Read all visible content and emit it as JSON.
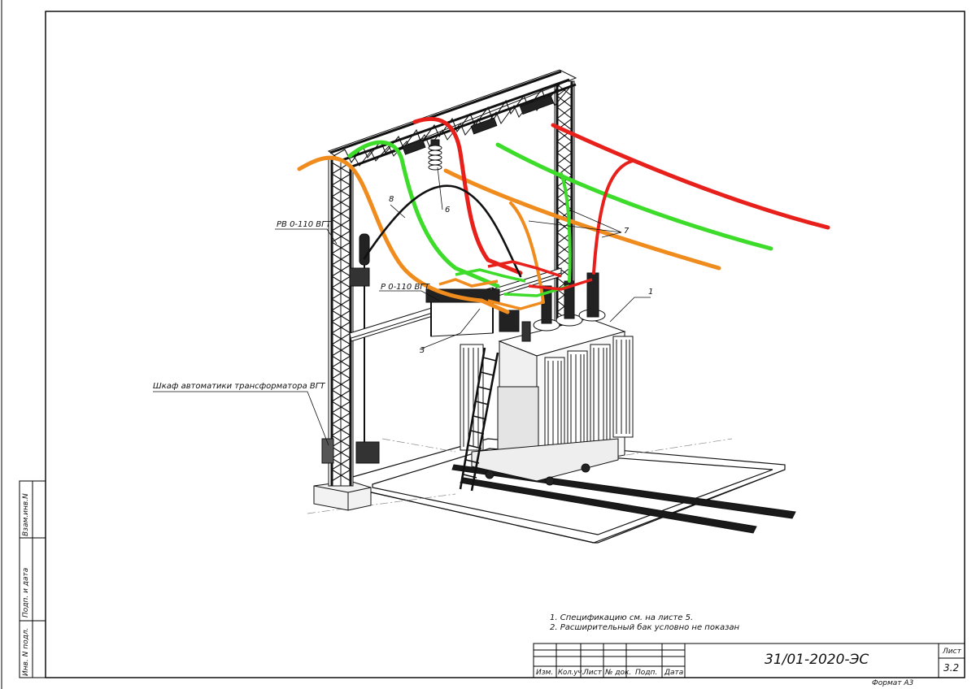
{
  "labels": {
    "rv": "РВ 0-110 ВГТ",
    "r": "Р 0-110 ВГТ",
    "cabinet": "Шкаф автоматики трансформатора ВГТ",
    "n1": "1",
    "n3": "3",
    "n6": "6",
    "n7": "7",
    "n8": "8"
  },
  "notes": [
    "1.  Спецификацию см. на листе 5.",
    "2.  Расширительный бак условно не показан"
  ],
  "title_block": {
    "doc_code": "31/01-2020-ЭС",
    "sheet_label": "Лист",
    "sheet_number": "3.2",
    "columns": [
      "Изм.",
      "Кол.уч.",
      "Лист",
      "№ док.",
      "Подп.",
      "Дата"
    ],
    "format": "Формат А3"
  },
  "side_stamp": [
    "Инв. N подл.",
    "Подп. и дата",
    "Взам.инв.N"
  ],
  "colors": {
    "phase_orange": "#f08c1e",
    "phase_green": "#3ddc2a",
    "phase_red": "#e8201c",
    "line_black": "#111111"
  }
}
